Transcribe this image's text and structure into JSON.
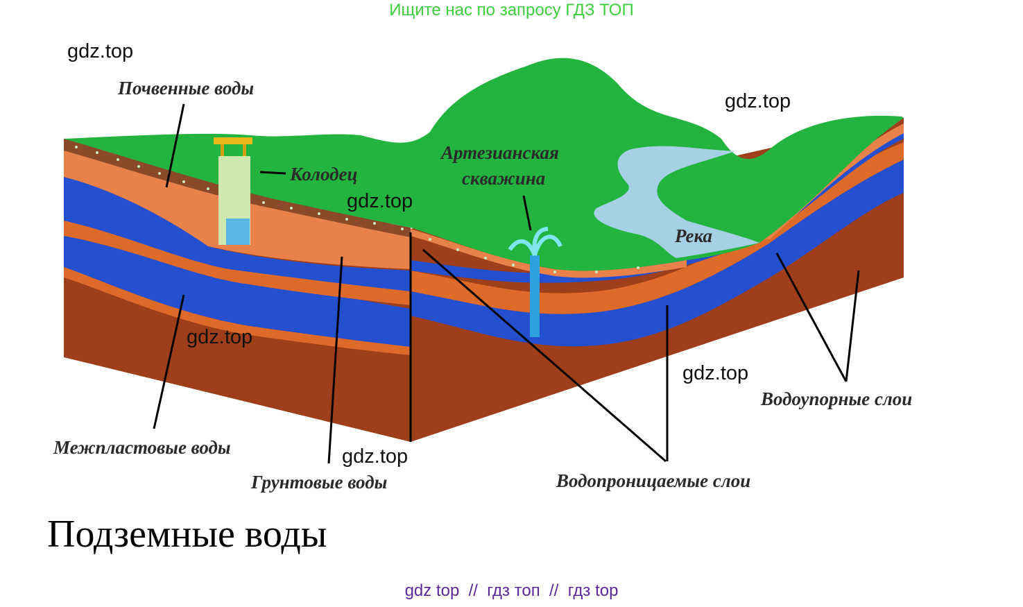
{
  "header": {
    "banner": "Ищите нас по запросу ГДЗ ТОП",
    "banner_color": "#3ecf3e"
  },
  "watermarks": [
    "gdz.top",
    "gdz.top",
    "gdz.top",
    "gdz.top",
    "gdz.top",
    "gdz.top"
  ],
  "labels": {
    "soil_water": "Почвенные воды",
    "well": "Колодец",
    "artesian_1": "Артезианская",
    "artesian_2": "скважина",
    "river": "Река",
    "aquicludes": "Водоупорные слои",
    "permeable": "Водопроницаемые слои",
    "interstratal": "Межпластовые воды",
    "groundwater": "Грунтовые воды"
  },
  "caption": "Подземные воды",
  "footer": {
    "links": "gdz top  //  гдз топ  //  гдз top",
    "color": "#5b2a9a"
  },
  "colors": {
    "grass": "#22b43e",
    "soil": "#e8824a",
    "orange_layer": "#de6a2a",
    "water": "#2450d0",
    "clay": "#9e3e1a",
    "clay_dark": "#7d2f12",
    "river": "#a6d0e4"
  }
}
